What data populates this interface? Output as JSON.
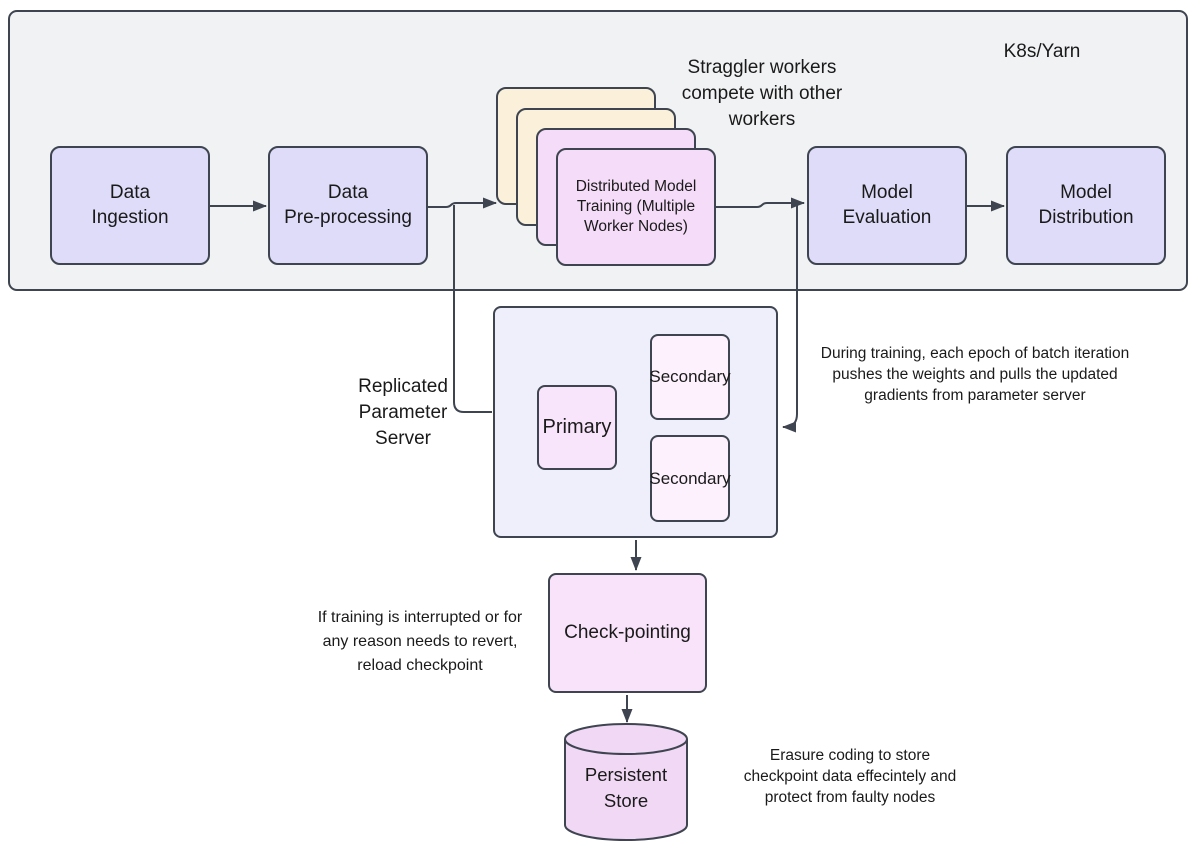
{
  "diagram": {
    "cluster_label": "K8s/Yarn",
    "nodes": {
      "ingestion": {
        "label": "Data\nIngestion"
      },
      "preprocessing": {
        "label": "Data\nPre-processing"
      },
      "training": {
        "label": "Distributed Model\nTraining (Multiple\nWorker Nodes)"
      },
      "evaluation": {
        "label": "Model\nEvaluation"
      },
      "distribution": {
        "label": "Model\nDistribution"
      },
      "param_server": {
        "label": "Replicated\nParameter\nServer",
        "primary": "Primary",
        "secondary_top": "Secondary",
        "secondary_bottom": "Secondary"
      },
      "checkpointing": {
        "label": "Check-pointing"
      },
      "persistent_store": {
        "label": "Persistent\nStore"
      }
    },
    "annotations": {
      "straggler": "Straggler workers\ncompete with other\nworkers",
      "during_training": "During training, each epoch of batch iteration\npushes the weights and pulls the updated\ngradients from parameter server",
      "if_interrupted": "If training is interrupted or for\nany reason needs to revert,\nreload checkpoint",
      "erasure": "Erasure coding to store\ncheckpoint data effecintely and\nprotect from faulty nodes"
    },
    "colors": {
      "container_fill": "#f1f2f4",
      "lavender_fill": "#dedcf8",
      "cream_fill": "#fbf1da",
      "pink_fill": "#f5dcf8",
      "pink_light_fill": "#fcf1fd",
      "primary_fill": "#f8e4fb",
      "param_container_fill": "#eeeffb",
      "checkpoint_fill": "#f8e3fa",
      "cylinder_fill": "#f1d8f5",
      "stroke": "#3e4550",
      "text": "#1a1a1a"
    }
  }
}
